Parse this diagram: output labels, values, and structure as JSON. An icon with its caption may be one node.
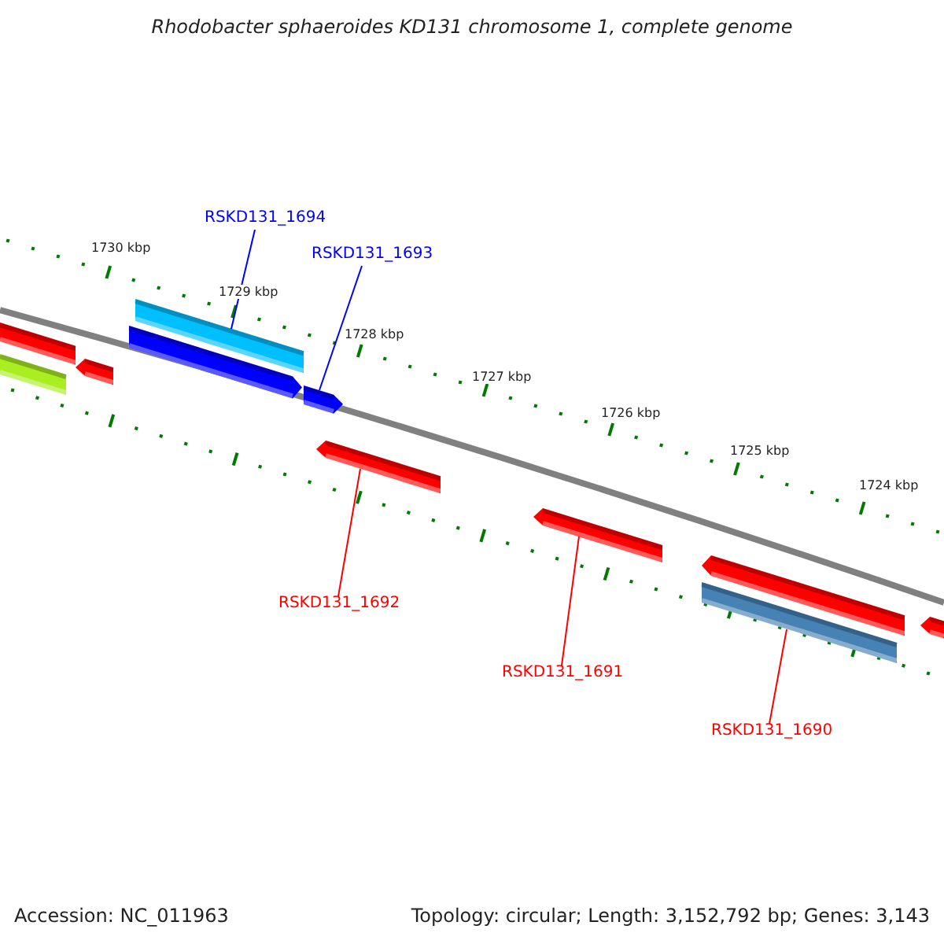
{
  "diagram": {
    "title": "Rhodobacter sphaeroides KD131 chromosome 1, complete genome",
    "nodes": [
      {
        "text": [
          "RSKD131_1694"
        ]
      },
      {
        "text": [
          "RSKD131_1693"
        ]
      },
      {
        "text": [],
        "shape": "bar"
      },
      {
        "text": [],
        "shape": "bar"
      },
      {
        "text": [],
        "shape": "bar"
      },
      {
        "text": [],
        "shape": "bar"
      },
      {
        "text": [],
        "shape": "bar"
      },
      {
        "text": [],
        "shape": "bar"
      },
      {
        "text": [],
        "shape": "bar"
      },
      {
        "text": [],
        "shape": "bar"
      },
      {
        "text": [],
        "shape": "bar"
      },
      {
        "text": [],
        "shape": "bar"
      },
      {
        "text": [],
        "shape": "bar"
      },
      {
        "text": [
          "RSKD131_1692"
        ]
      },
      {
        "text": [
          "RSKD131_1691"
        ]
      },
      {
        "text": [
          "RSKD131_1690"
        ]
      }
    ],
    "edges": [
      {
        "from": 0,
        "to": 3,
        "arrow": "none",
        "color": "#0000ff"
      },
      {
        "from": 1,
        "to": 7,
        "arrow": "none",
        "color": "#0000ff"
      },
      {
        "from": 13,
        "to": 8,
        "arrow": "none"
      },
      {
        "from": 14,
        "to": 9,
        "arrow": "none"
      },
      {
        "from": 15,
        "to": 11,
        "arrow": "none"
      }
    ],
    "labels": [
      "1730 kbp",
      "1729 kbp",
      "1728 kbp",
      "1727 kbp",
      "1726 kbp",
      "1725 kbp",
      "1724 kbp",
      "Accession: NC_011963",
      "Topology: circular; Length: 3,152,792 bp; Genes: 3,143"
    ]
  }
}
